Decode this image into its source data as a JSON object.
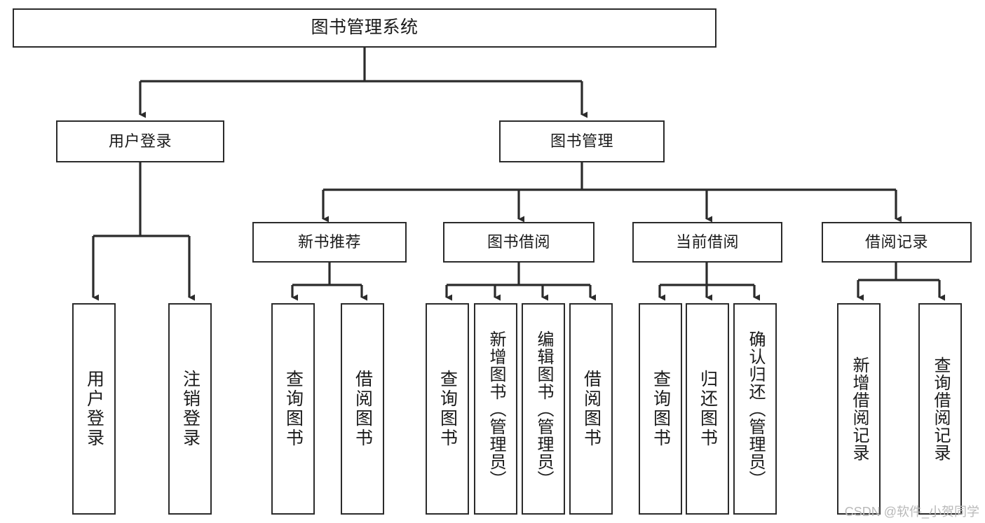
{
  "diagram": {
    "title": "图书管理系统",
    "type": "tree",
    "orientation": "top-down",
    "colors": {
      "background": "#ffffff",
      "node_border": "#2b2b2b",
      "node_fill": "#ffffff",
      "edge": "#2b2b2b",
      "text": "#1a1a1a",
      "watermark": "#b9b9b9"
    }
  },
  "watermark": {
    "text": "CSDN @软件_小贺同学"
  },
  "nodes": {
    "root": {
      "label": "图书管理系统"
    },
    "level1": [
      {
        "id": "user-login",
        "label": "用户登录"
      },
      {
        "id": "book-manage",
        "label": "图书管理"
      }
    ],
    "level2": [
      {
        "id": "new-book-recommend",
        "label": "新书推荐"
      },
      {
        "id": "book-borrow",
        "label": "图书借阅"
      },
      {
        "id": "current-borrow",
        "label": "当前借阅"
      },
      {
        "id": "borrow-record",
        "label": "借阅记录"
      }
    ],
    "leaves": {
      "user_login": [
        {
          "id": "leaf-user-login",
          "label": "用户登录"
        },
        {
          "id": "leaf-user-logout",
          "label": "注销登录"
        }
      ],
      "new_book_recommend": [
        {
          "id": "leaf-query-book-1",
          "label": "查询图书"
        },
        {
          "id": "leaf-borrow-book-1",
          "label": "借阅图书"
        }
      ],
      "book_borrow": [
        {
          "id": "leaf-query-book-2",
          "label": "查询图书"
        },
        {
          "id": "leaf-add-book",
          "label": "新增图书（管理员）"
        },
        {
          "id": "leaf-edit-book",
          "label": "编辑图书（管理员）"
        },
        {
          "id": "leaf-borrow-book-2",
          "label": "借阅图书"
        }
      ],
      "current_borrow": [
        {
          "id": "leaf-query-book-3",
          "label": "查询图书"
        },
        {
          "id": "leaf-return-book",
          "label": "归还图书"
        },
        {
          "id": "leaf-confirm-return",
          "label": "确认归还（管理员）"
        }
      ],
      "borrow_record": [
        {
          "id": "leaf-add-record",
          "label": "新增借阅记录"
        },
        {
          "id": "leaf-query-record",
          "label": "查询借阅记录"
        }
      ]
    }
  },
  "edges": [
    {
      "from": "图书管理系统",
      "to": "用户登录"
    },
    {
      "from": "图书管理系统",
      "to": "图书管理"
    },
    {
      "from": "用户登录",
      "to": "用户登录"
    },
    {
      "from": "用户登录",
      "to": "注销登录"
    },
    {
      "from": "图书管理",
      "to": "新书推荐"
    },
    {
      "from": "图书管理",
      "to": "图书借阅"
    },
    {
      "from": "图书管理",
      "to": "当前借阅"
    },
    {
      "from": "图书管理",
      "to": "借阅记录"
    },
    {
      "from": "新书推荐",
      "to": "查询图书"
    },
    {
      "from": "新书推荐",
      "to": "借阅图书"
    },
    {
      "from": "图书借阅",
      "to": "查询图书"
    },
    {
      "from": "图书借阅",
      "to": "新增图书（管理员）"
    },
    {
      "from": "图书借阅",
      "to": "编辑图书（管理员）"
    },
    {
      "from": "图书借阅",
      "to": "借阅图书"
    },
    {
      "from": "当前借阅",
      "to": "查询图书"
    },
    {
      "from": "当前借阅",
      "to": "归还图书"
    },
    {
      "from": "当前借阅",
      "to": "确认归还（管理员）"
    },
    {
      "from": "借阅记录",
      "to": "新增借阅记录"
    },
    {
      "from": "借阅记录",
      "to": "查询借阅记录"
    }
  ]
}
